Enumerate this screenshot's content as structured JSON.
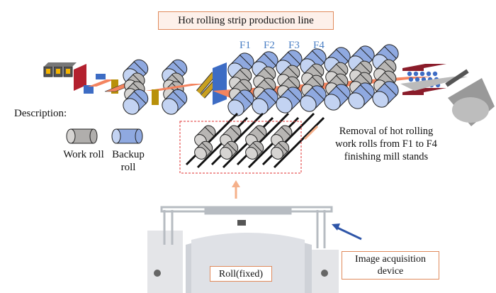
{
  "title": "Hot rolling strip production line",
  "stands": [
    "F1",
    "F2",
    "F3",
    "F4"
  ],
  "description": {
    "heading": "Description:",
    "legend": [
      {
        "label_line1": "Work roll",
        "label_line2": "",
        "color": "#b0aeac"
      },
      {
        "label_line1": "Backup",
        "label_line2": "roll",
        "color": "#8fa9e0"
      }
    ]
  },
  "removal_text": [
    "Removal of hot rolling",
    "work rolls from F1 to F4",
    "finishing mill stands"
  ],
  "labels": {
    "roll": "Roll(fixed)",
    "device_line1": "Image acquisition",
    "device_line2": "device"
  },
  "colors": {
    "strip": "#f4845f",
    "backup_roll": "#8fa9e0",
    "work_roll": "#b8b6b4",
    "highlight_box": "#e03030",
    "arrow_orange": "#f5b08a",
    "arrow_blue": "#2e55a8",
    "stand_label": "#4a7fc4"
  }
}
